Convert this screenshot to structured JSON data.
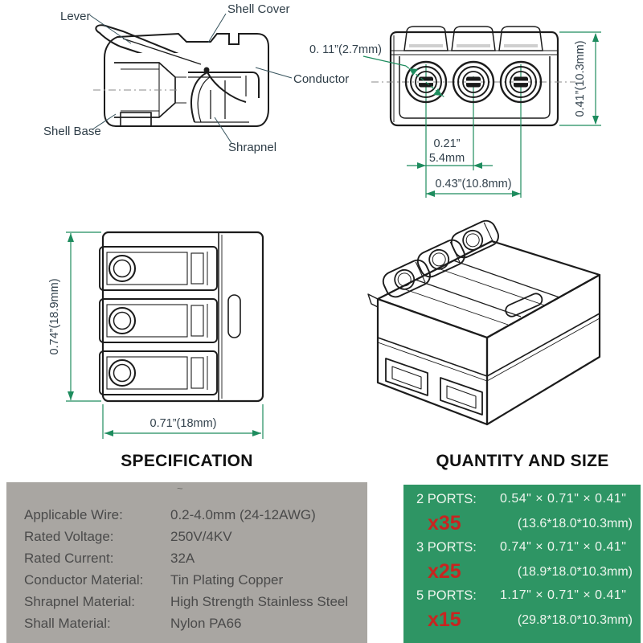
{
  "side_view": {
    "labels": {
      "lever": "Lever",
      "shell_cover": "Shell Cover",
      "conductor": "Conductor",
      "shell_base": "Shell Base",
      "shrapnel": "Shrapnel"
    }
  },
  "rear_view": {
    "dims": {
      "hole": "0. 11”(2.7mm)",
      "height": "0.41”(10.3mm)",
      "pitch_in": "0.21”",
      "pitch_mm": "5.4mm",
      "span": "0.43”(10.8mm)"
    }
  },
  "top_view": {
    "dims": {
      "length": "0.74”(18.9mm)",
      "width": "0.71”(18mm)"
    }
  },
  "specification": {
    "title": "SPECIFICATION",
    "mark": "~",
    "rows": [
      {
        "label": "Applicable Wire:",
        "value": "0.2-4.0mm (24-12AWG)"
      },
      {
        "label": "Rated Voltage:",
        "value": "250V/4KV"
      },
      {
        "label": "Rated Current:",
        "value": "32A"
      },
      {
        "label": "Conductor Material:",
        "value": "Tin Plating Copper"
      },
      {
        "label": "Shrapnel Material:",
        "value": "High Strength Stainless Steel"
      },
      {
        "label": "Shall Material:",
        "value": "Nylon PA66"
      }
    ]
  },
  "quantity": {
    "title": "QUANTITY AND SIZE",
    "items": [
      {
        "ports": "2 PORTS:",
        "size_in": "0.54\" × 0.71\" × 0.41\"",
        "qty": "x35",
        "size_mm": "(13.6*18.0*10.3mm)"
      },
      {
        "ports": "3 PORTS:",
        "size_in": "0.74\" × 0.71\" × 0.41\"",
        "qty": "x25",
        "size_mm": "(18.9*18.0*10.3mm)"
      },
      {
        "ports": "5 PORTS:",
        "size_in": "1.17\" × 0.71\" × 0.41\"",
        "qty": "x15",
        "size_mm": "(29.8*18.0*10.3mm)"
      }
    ]
  },
  "colors": {
    "dimension_green": "#1e8c5e",
    "panel_gray": "#a9a6a2",
    "panel_green": "#2e9564",
    "qty_red": "#c92420",
    "line_ink": "#1c1c1c"
  }
}
